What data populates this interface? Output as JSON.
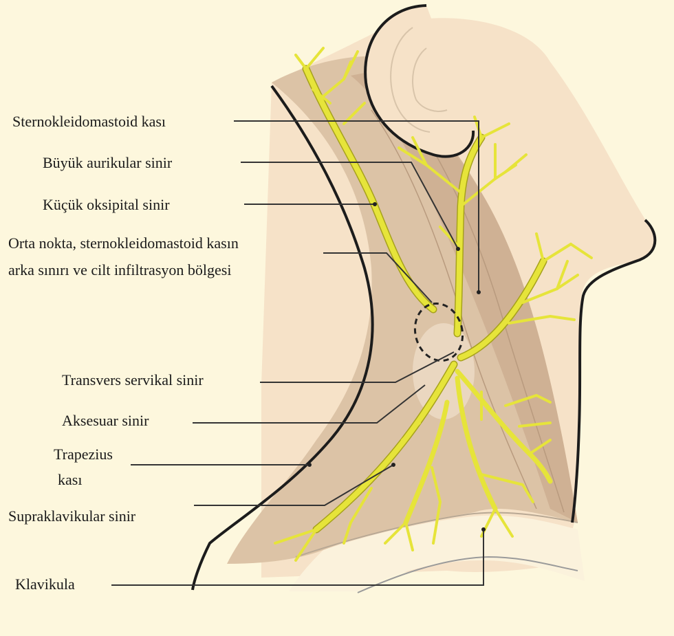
{
  "colors": {
    "background": "#fdf7dd",
    "skin": "#f6e2c8",
    "muscle": "#dcc3a6",
    "muscle_dark": "#ccae91",
    "nerve": "#e6e43a",
    "nerve_outline": "#a6a11c",
    "outline": "#1c1c1c",
    "leader": "#333333"
  },
  "labels": {
    "scm": "Sternokleidomastoid kası",
    "great_auricular": "Büyük aurikular sinir",
    "lesser_occipital": "Küçük oksipital sinir",
    "midpoint_line1": "Orta nokta, sternokleidomastoid kasın",
    "midpoint_line2": "arka sınırı ve cilt infiltrasyon bölgesi",
    "transverse_cervical": "Transvers servikal sinir",
    "accessory": "Aksesuar sinir",
    "trapezius_line1": "Trapezius",
    "trapezius_line2": "kası",
    "supraclavicular": "Supraklavikular sinir",
    "clavicle": "Klavikula"
  }
}
